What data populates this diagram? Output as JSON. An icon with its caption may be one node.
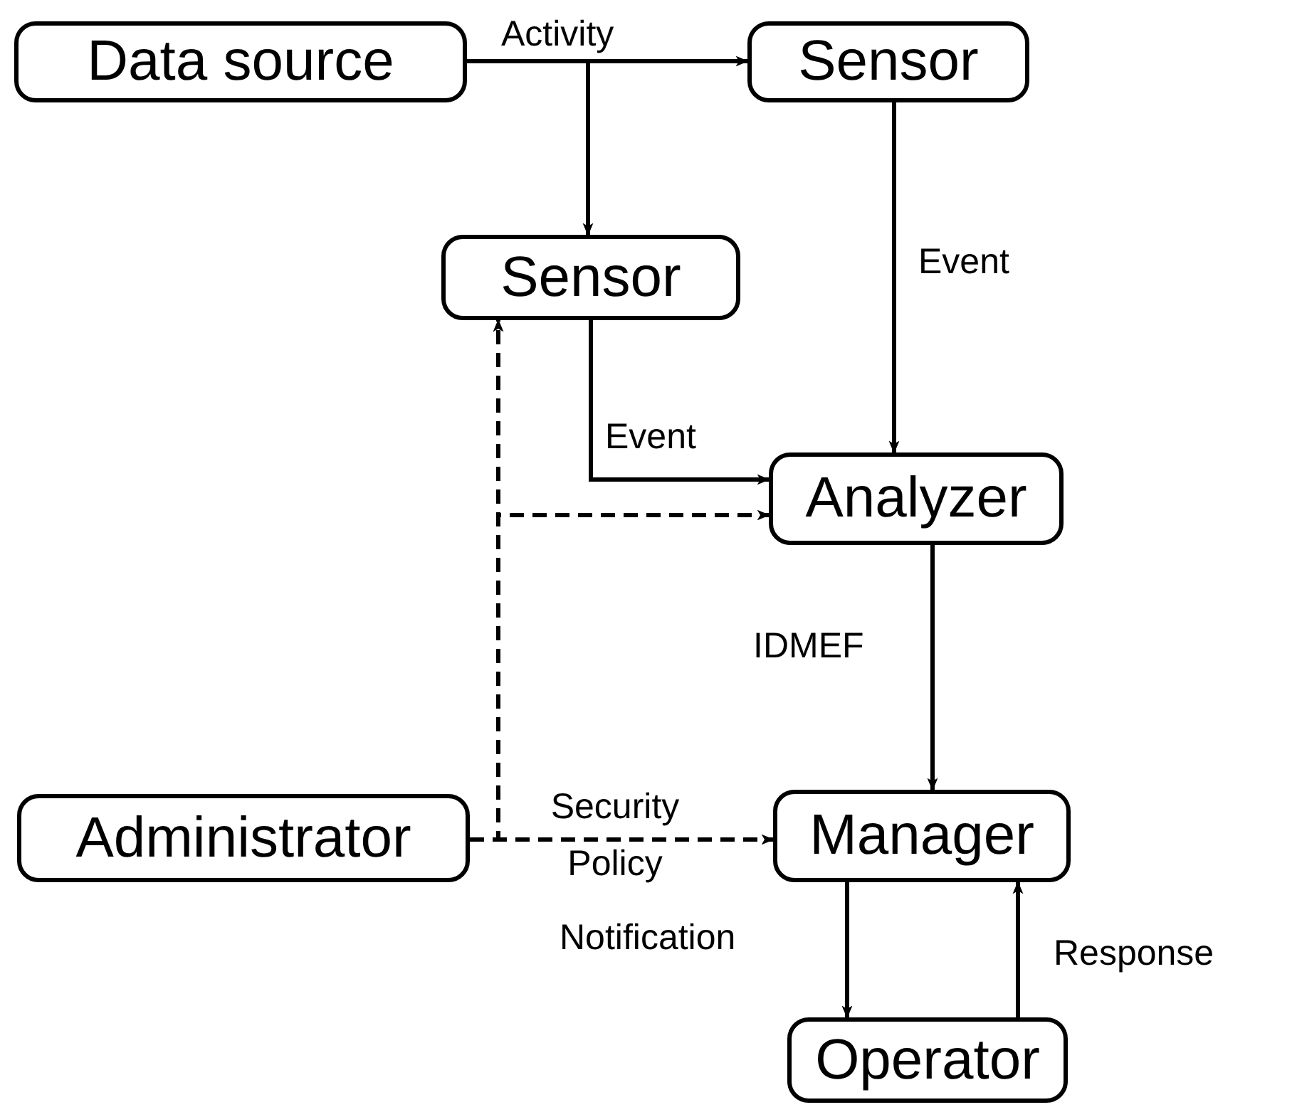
{
  "diagram": {
    "nodes": [
      {
        "text": [
          "Data source"
        ]
      },
      {
        "text": [
          "Sensor"
        ]
      },
      {
        "text": [
          "Sensor"
        ]
      },
      {
        "text": [
          "Analyzer"
        ]
      },
      {
        "text": [
          "Administrator"
        ]
      },
      {
        "text": [
          "Manager"
        ]
      },
      {
        "text": [
          "Operator"
        ]
      }
    ],
    "edges": [
      {
        "from": 0,
        "to": 1,
        "arrow": "to",
        "label": "Activity"
      },
      {
        "from": 0,
        "to": 2,
        "arrow": "to"
      },
      {
        "from": 1,
        "to": 3,
        "arrow": "to",
        "label": "Event"
      },
      {
        "from": 2,
        "to": 3,
        "arrow": "to",
        "label": "Event"
      },
      {
        "from": 4,
        "to": 5,
        "arrow": "to",
        "label": "Security Policy",
        "style": "dashed"
      },
      {
        "from": 4,
        "to": 2,
        "arrow": "to",
        "style": "dashed"
      },
      {
        "from": 4,
        "to": 3,
        "arrow": "to",
        "style": "dashed"
      },
      {
        "from": 3,
        "to": 5,
        "arrow": "to",
        "label": "IDMEF"
      },
      {
        "from": 5,
        "to": 6,
        "arrow": "to",
        "label": "Notification"
      },
      {
        "from": 6,
        "to": 5,
        "arrow": "to",
        "label": "Response"
      }
    ]
  }
}
